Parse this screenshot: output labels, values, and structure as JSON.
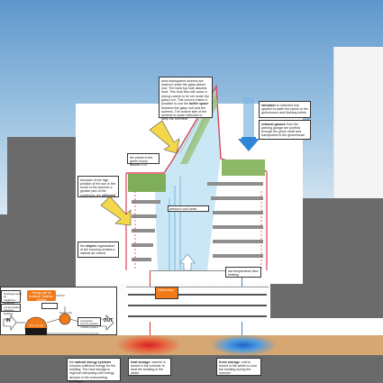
{
  "colors": {
    "sky_top": "#5f97cc",
    "neighbour_building": "#6b6b6b",
    "ground": "#d6a772",
    "greenhouse_frame": "#d9445a",
    "cold_pipe": "#2f86d6",
    "warm_pipe": "#c8352a",
    "accent_orange": "#f07a18",
    "airflow_blue": "#2f86d6"
  },
  "icons": {
    "sun_arrow_top": "diagonal-yellow-arrow",
    "sun_arrow_side": "diagonal-yellow-arrow",
    "fresh_air_arrow": "blue-down-arrow",
    "warm_air_arrow": "white-up-arrow",
    "stack_effect": "vertical-up-arrows"
  },
  "notes": {
    "glass_roof": {
      "pre": "semi-transparent screens are lowered under the glass atrium roof. The bank top side absorbs heat. This heat flow will cause a strong current to be set under the glass roof. This current makes it possible to use the ",
      "bold": "buffer space",
      "post": " between the glass roof and the screens. The bottom side of the screens is made reflective to keep the overheat."
    },
    "rainwater": {
      "bold": "rainwater",
      "post": " is collected and applied to water the plants in the greenhouse and flushing toilets"
    },
    "exhaust_gasses": {
      "bold": "exhaust gasses",
      "post": " from the parking garage are purified through the green shaft and transported to the greenhouse"
    },
    "greenhouse": "the plants in the green house absorb CO2",
    "sun_position": {
      "pre": "because of the high position of the sun in the south in the summer a greater part of the sunbeams are ",
      "bold": "reflected"
    },
    "sloped_facade": {
      "pre": "the ",
      "bold": "sloped",
      "post": " organization of the housing creates a natural air current"
    },
    "comfort_zone": "low temperature floor heating",
    "natural_energy": {
      "pre": "the ",
      "bold": "natural energy systems",
      "post": " ensures sufficient energy for the building. The heat storage is regional interacting with energy devices in the surrounding buildings"
    },
    "heat_storage": {
      "bold": "heat storage",
      "post": ": warmth is stored in the summer to heat the building in the winter"
    },
    "cold_storage": {
      "bold": "fresh storage",
      "post": ": cold is stored in the winter to cool the building during the summer"
    }
  },
  "labels": {
    "atrium_air": "person's cool heart",
    "heat_pump": "heat pump"
  },
  "schematic": {
    "in_label": "IN",
    "out_label": "OUT",
    "top_box": "energy use by building / heating / cooling",
    "side_box_1": "heating/cooling by neighbour buildings",
    "side_box_2": "compensation between building",
    "middle_box": "buffer",
    "pump_label": "heat pump",
    "storage_label": "pure energy",
    "tank_label": "storage",
    "exchange_box": "compared current surplus / deficit system",
    "surplus": "surplus"
  }
}
